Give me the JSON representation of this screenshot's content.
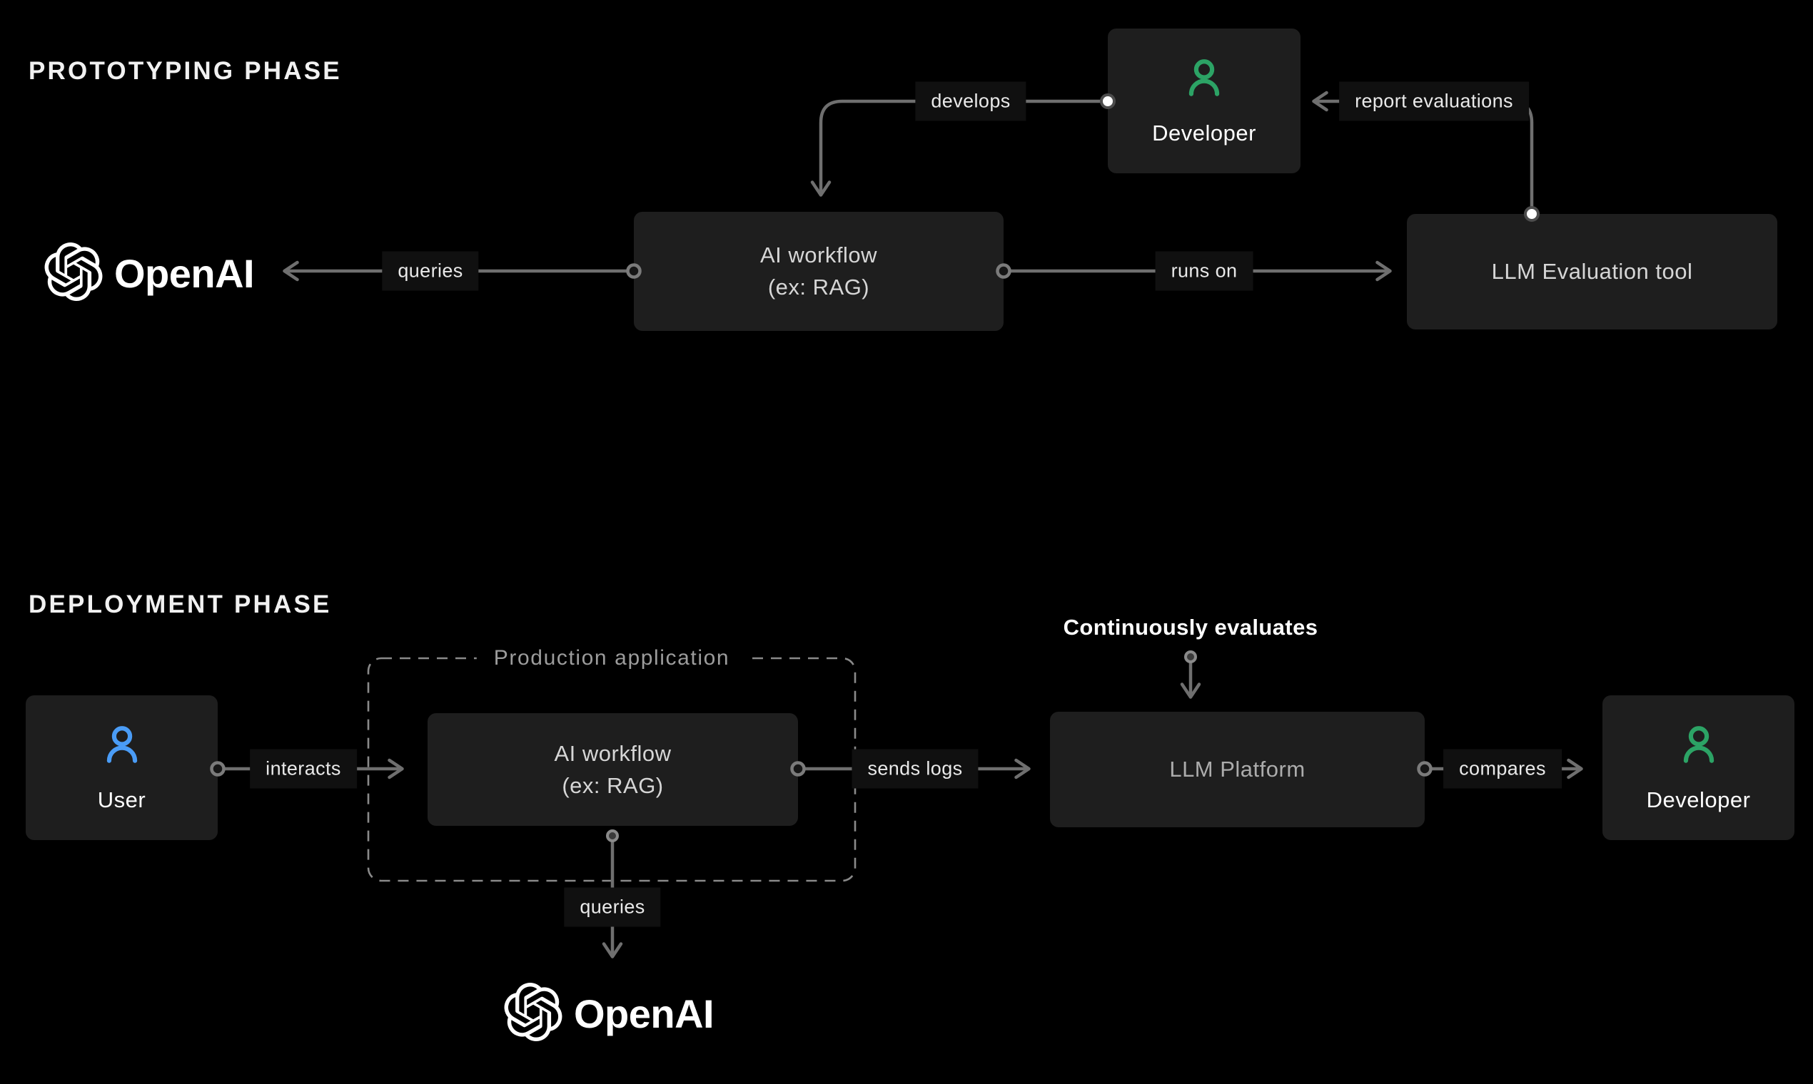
{
  "phases": {
    "prototyping": "PROTOTYPING PHASE",
    "deployment": "DEPLOYMENT PHASE"
  },
  "brand": {
    "openai_wordmark_top": "OpenAI",
    "openai_wordmark_bottom": "OpenAI"
  },
  "nodes": {
    "developer_top": "Developer",
    "ai_workflow_top": {
      "line1": "AI workflow",
      "line2": "(ex: RAG)"
    },
    "llm_evaluation_tool": "LLM Evaluation tool",
    "user": "User",
    "production_application": "Production application",
    "ai_workflow_bottom": {
      "line1": "AI workflow",
      "line2": "(ex: RAG)"
    },
    "llm_platform": "LLM Platform",
    "developer_bottom": "Developer"
  },
  "edges": {
    "develops": "develops",
    "queries_top": "queries",
    "runs_on": "runs on",
    "report_evaluations": "report evaluations",
    "interacts": "interacts",
    "sends_logs": "sends logs",
    "compares": "compares",
    "continuously_evaluates": "Continuously evaluates",
    "queries_bottom": "queries"
  },
  "colors": {
    "background": "#000000",
    "node_background": "#1e1e1e",
    "wire_gray": "#6f6f6f",
    "developer_icon_green": "#2ca365",
    "user_icon_blue": "#4a9cf6",
    "dashed_border_gray": "#8a8a8a",
    "edge_label_background": "#101010"
  }
}
